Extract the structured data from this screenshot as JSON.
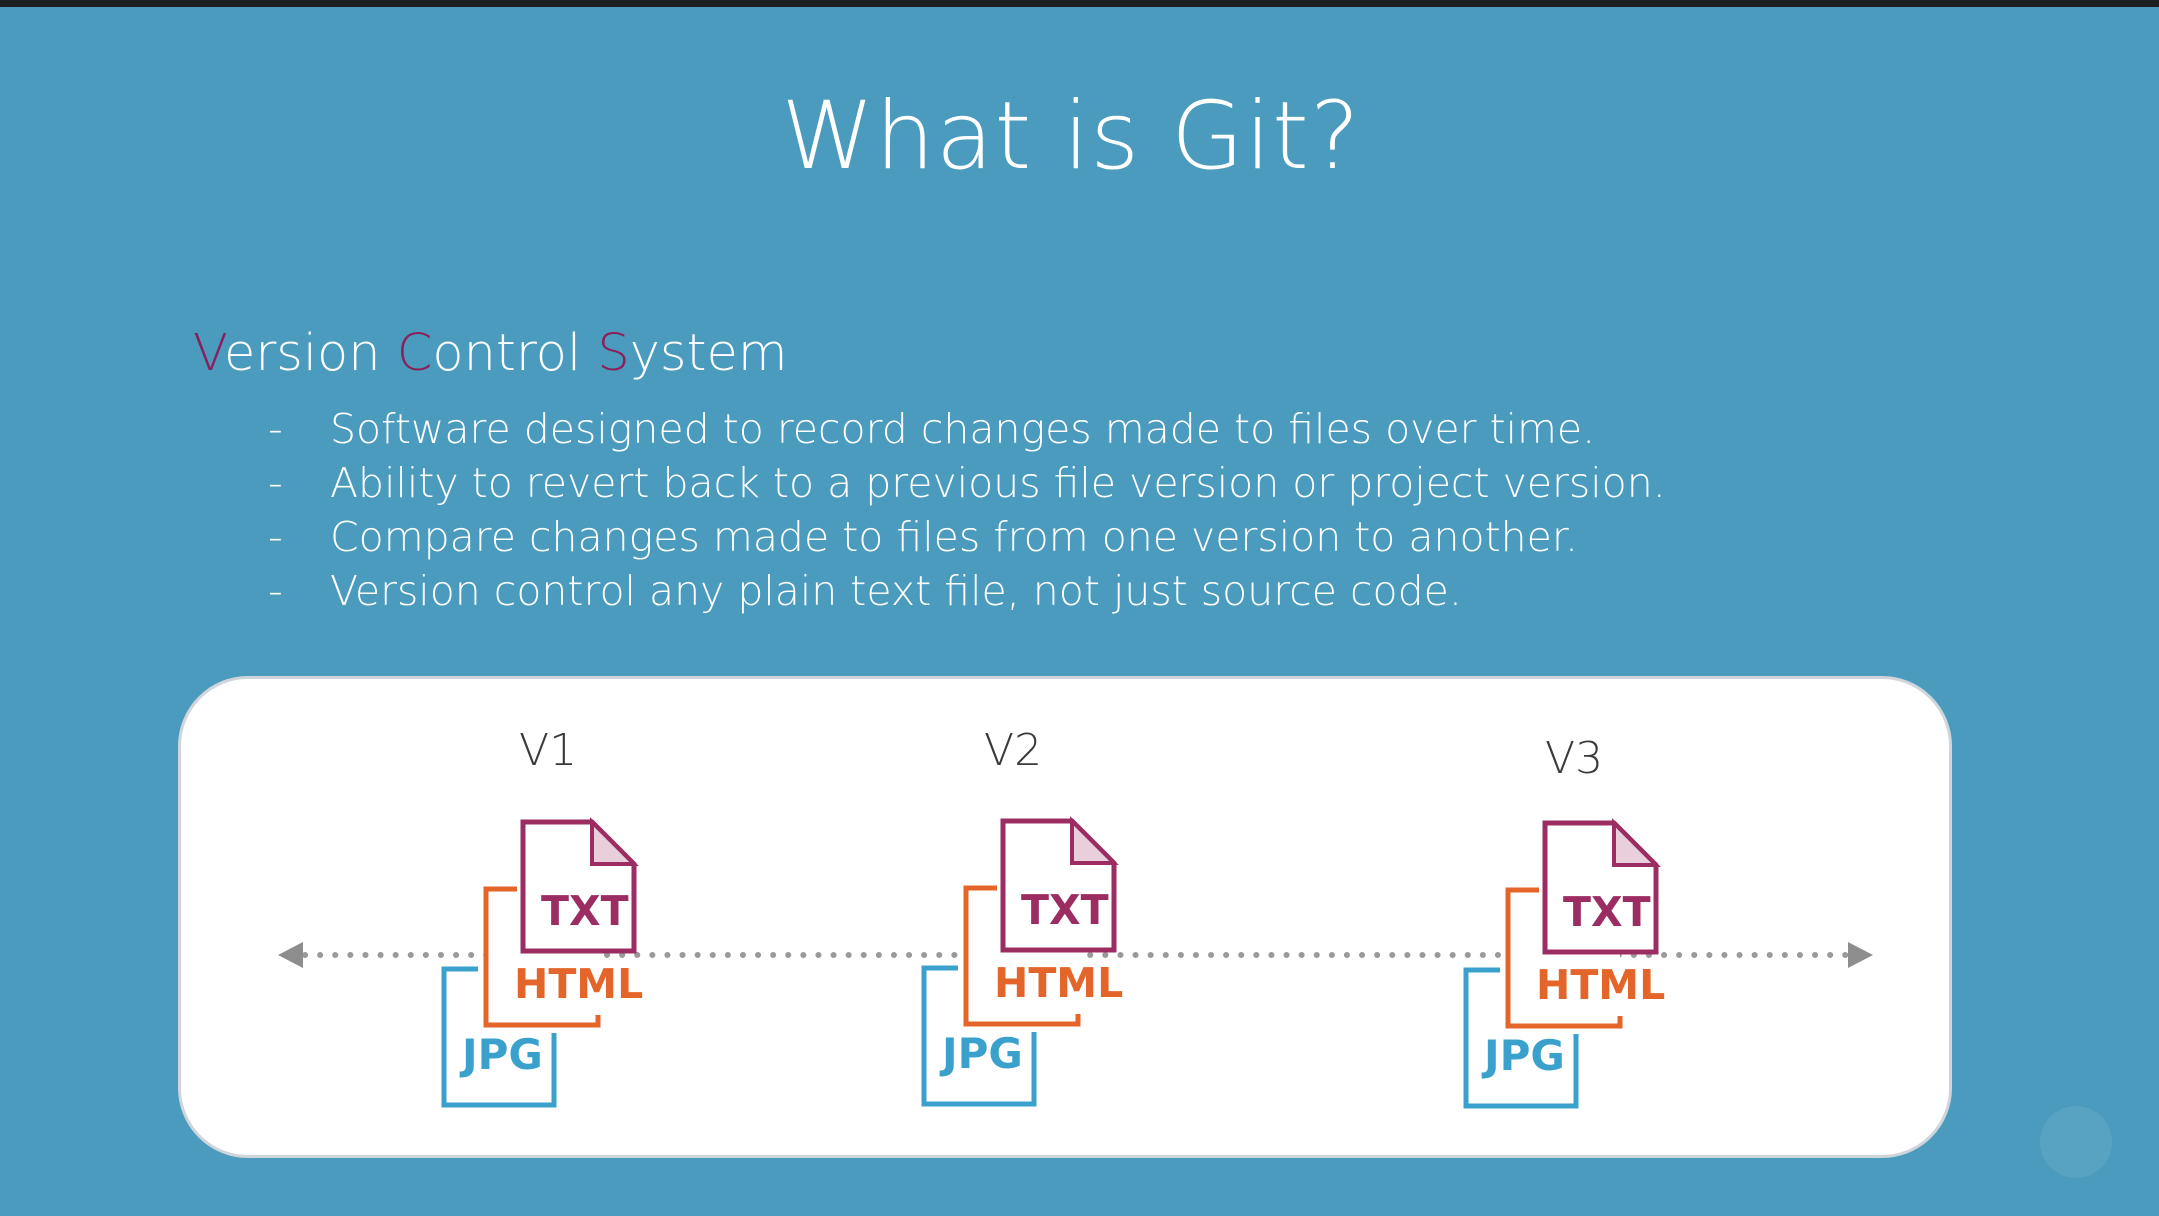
{
  "slide": {
    "title": "What is Git?",
    "heading": {
      "part1_accent": "V",
      "part1_rest": "ersion ",
      "part2_accent": "C",
      "part2_rest": "ontrol ",
      "part3_accent": "S",
      "part3_rest": "ystem"
    },
    "bullets": [
      {
        "dash": "-",
        "text": "Software designed to record changes made to files over time."
      },
      {
        "dash": "-",
        "text": "Ability to revert back to a previous file version or project version."
      },
      {
        "dash": "-",
        "text": "Compare changes made to files from one version to another."
      },
      {
        "dash": "-",
        "text": "Version control any plain text file, not just source code."
      }
    ]
  },
  "timeline": {
    "versions": [
      {
        "label": "V1",
        "files": {
          "txt": "TXT",
          "html": "HTML",
          "jpg": "JPG"
        }
      },
      {
        "label": "V2",
        "files": {
          "txt": "TXT",
          "html": "HTML",
          "jpg": "JPG"
        }
      },
      {
        "label": "V3",
        "files": {
          "txt": "TXT",
          "html": "HTML",
          "jpg": "JPG"
        }
      }
    ]
  },
  "colors": {
    "background": "#4a9bbd",
    "accent": "#8c1e5c",
    "txt_icon": "#9b2d63",
    "html_icon": "#e3652a",
    "jpg_icon": "#3aa0cc",
    "timeline_dots": "#9a9a9a"
  },
  "icons": [
    "txt-file-icon",
    "html-file-icon",
    "jpg-file-icon",
    "arrow-left-icon",
    "arrow-right-icon",
    "play-icon"
  ]
}
